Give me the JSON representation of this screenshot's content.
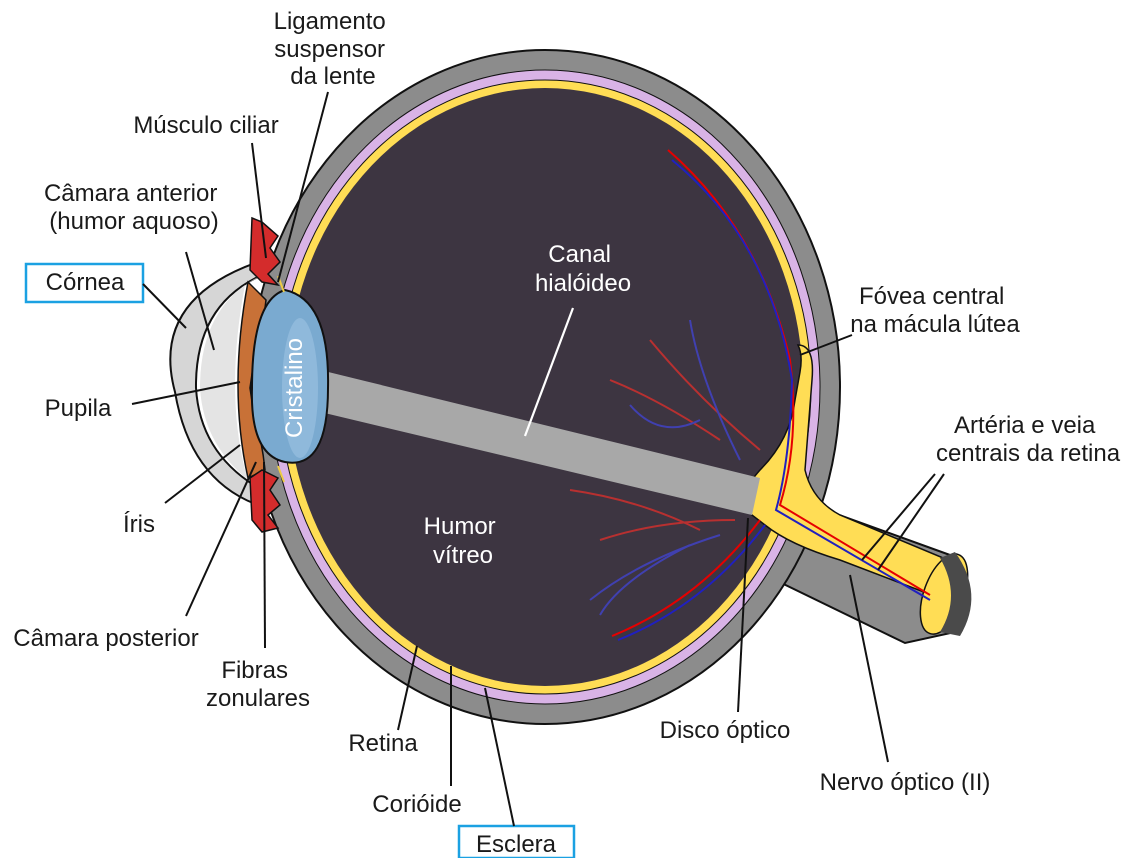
{
  "diagram": {
    "colors": {
      "sclera": "#8c8c8c",
      "choroid": "#d9b3e6",
      "retina": "#ffdd55",
      "vitreous": "#3d3541",
      "canal": "#a8a8a8",
      "lens": "#7aaad0",
      "iris": "#c87137",
      "ciliary": "#d42c2c",
      "artery": "#e60000",
      "vein": "#2020c0",
      "cornea": "#d6d6d6",
      "highlight_box": "#1ba1e2"
    },
    "labels": {
      "ligament": [
        "Ligamento",
        "suspensor",
        "da lente"
      ],
      "ciliary_muscle": "Músculo ciliar",
      "anterior_chamber": [
        "Câmara anterior",
        "(humor aquoso)"
      ],
      "cornea": "Córnea",
      "pupil": "Pupila",
      "iris": "Íris",
      "posterior_chamber": "Câmara posterior",
      "zonular_fibers": [
        "Fibras",
        "zonulares"
      ],
      "retina": "Retina",
      "choroid": "Corióide",
      "sclera": "Esclera",
      "hyaloid_canal": [
        "Canal",
        "hialóideo"
      ],
      "lens": "Cristalino",
      "vitreous_humor": [
        "Humor",
        "vítreo"
      ],
      "fovea": [
        "Fóvea central",
        "na mácula lútea"
      ],
      "retinal_vessels": [
        "Artéria e veia",
        "centrais da retina"
      ],
      "optic_disc": "Disco óptico",
      "optic_nerve": "Nervo óptico (II)"
    },
    "highlighted": [
      "cornea",
      "sclera"
    ]
  }
}
